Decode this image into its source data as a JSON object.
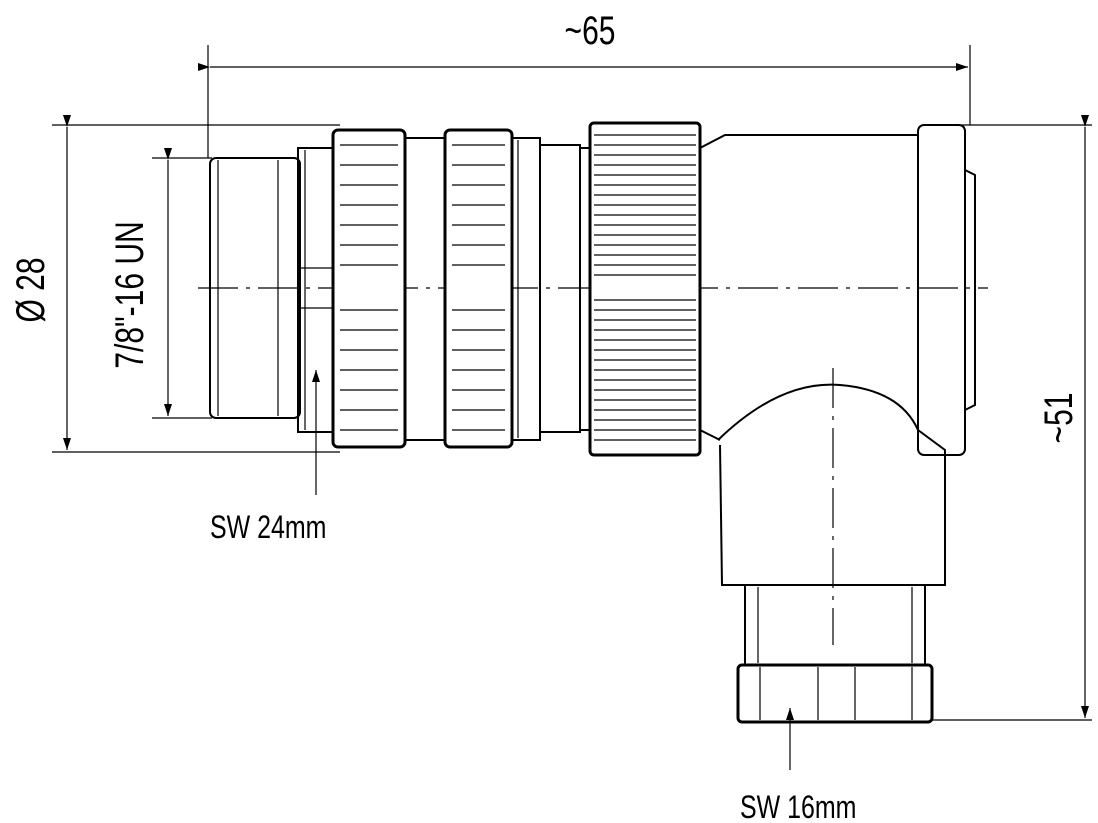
{
  "dimensions": {
    "overall_length": "~65",
    "diameter": "Ø 28",
    "thread": "7/8\"-16 UN",
    "height": "~51"
  },
  "labels": {
    "wrench_size_front": "SW 24mm",
    "wrench_size_cable": "SW 16mm"
  },
  "line_color": "#000000",
  "background_color": "#ffffff"
}
